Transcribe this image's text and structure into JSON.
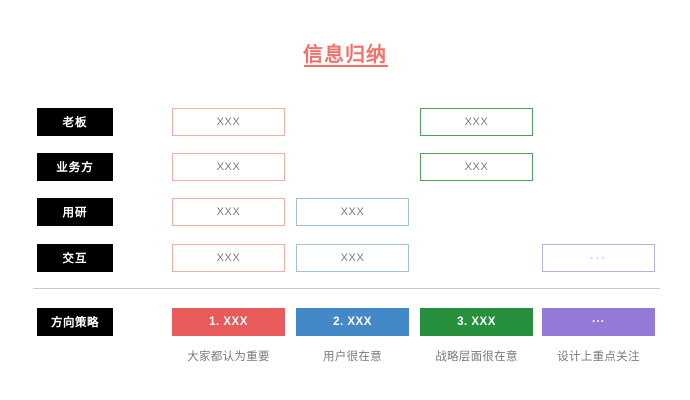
{
  "slide": {
    "title": "信息归纳",
    "title_color": "#F4716B",
    "background": "#ffffff"
  },
  "matrix": {
    "rows": [
      {
        "label": "老板",
        "cells": [
          {
            "column": "a",
            "text": "XXX",
            "style": "pink",
            "border_color": "#F6ACA6"
          },
          {
            "column": "c",
            "text": "XXX",
            "style": "green",
            "border_color": "#4E9E5E"
          }
        ]
      },
      {
        "label": "业务方",
        "cells": [
          {
            "column": "a",
            "text": "XXX",
            "style": "pink",
            "border_color": "#F6ACA6"
          },
          {
            "column": "c",
            "text": "XXX",
            "style": "green",
            "border_color": "#4E9E5E"
          }
        ]
      },
      {
        "label": "用研",
        "cells": [
          {
            "column": "a",
            "text": "XXX",
            "style": "pink",
            "border_color": "#F6ACA6"
          },
          {
            "column": "b",
            "text": "XXX",
            "style": "blue",
            "border_color": "#9FC2E2"
          }
        ]
      },
      {
        "label": "交互",
        "cells": [
          {
            "column": "a",
            "text": "XXX",
            "style": "pink",
            "border_color": "#F6ACA6"
          },
          {
            "column": "b",
            "text": "XXX",
            "style": "blue",
            "border_color": "#9FC2E2"
          },
          {
            "column": "d",
            "text": "···",
            "style": "purple",
            "border_color": "#B7AEE8"
          }
        ]
      }
    ]
  },
  "strategy": {
    "label": "方向策略",
    "chips": [
      {
        "text": "1. XXX",
        "color": "#E95B5B",
        "caption": "大家都认为重要"
      },
      {
        "text": "2. XXX",
        "color": "#4389C8",
        "caption": "用户很在意"
      },
      {
        "text": "3. XXX",
        "color": "#27903C",
        "caption": "战略层面很在意"
      },
      {
        "text": "···",
        "color": "#9479D8",
        "caption": "设计上重点关注"
      }
    ]
  }
}
